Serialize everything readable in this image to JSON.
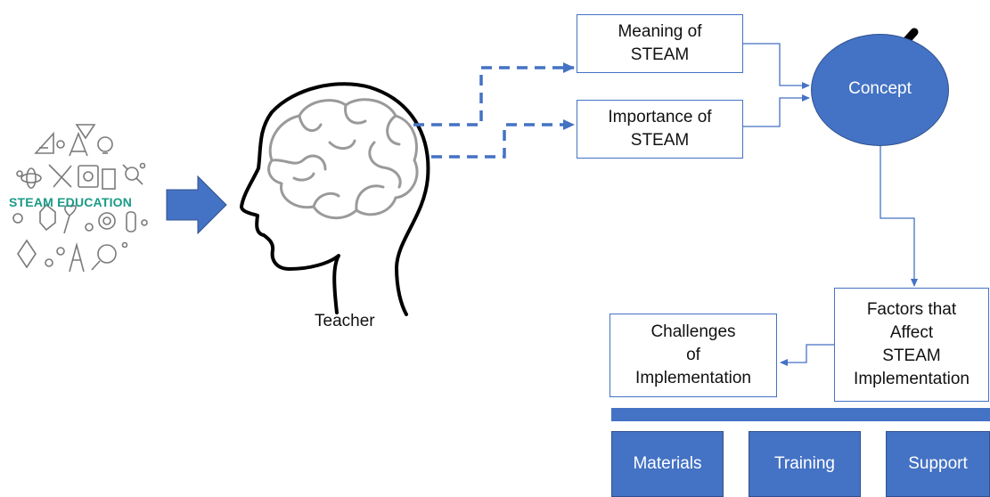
{
  "logo": {
    "text": "STEAM EDUCATION",
    "accent_color": "#1a9a86",
    "icon_color": "#7a7a7a"
  },
  "teacher": {
    "label": "Teacher"
  },
  "boxes": {
    "meaning": "Meaning of\nSTEAM",
    "importance": "Importance of\nSTEAM",
    "concept": "Concept",
    "factors": "Factors that\nAffect\nSTEAM\nImplementation",
    "challenges": "Challenges\nof\nImplementation"
  },
  "factors_list": [
    "Materials",
    "Training",
    "Support"
  ],
  "colors": {
    "primary": "#4472c4",
    "primary_dark": "#2f528f",
    "line": "#4472c4",
    "checkmark": "#000000"
  }
}
